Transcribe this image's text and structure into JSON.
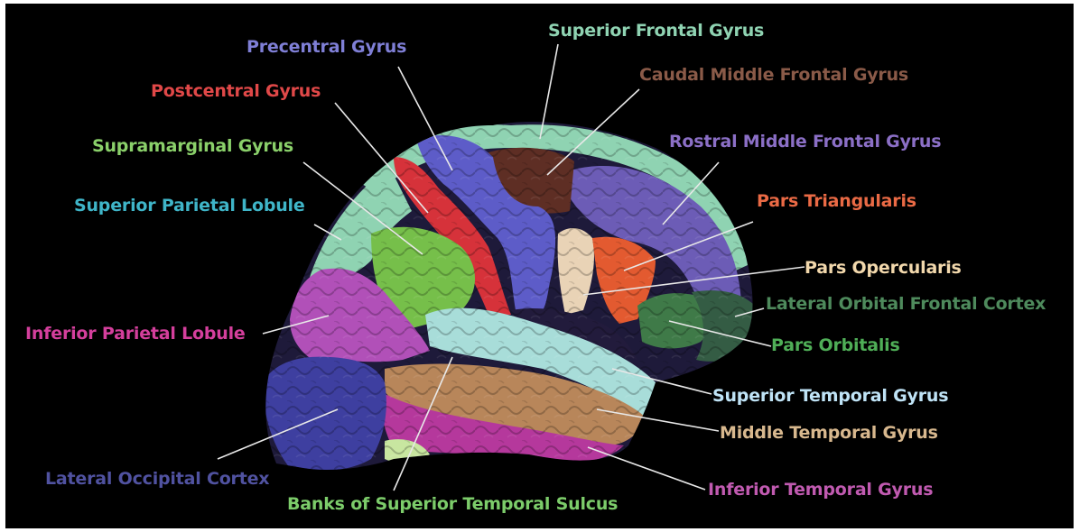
{
  "colors": {
    "background": "#000000",
    "leader_line": "#e8e8e8"
  },
  "labels": [
    {
      "key": "precentral",
      "text": "Precentral Gyrus",
      "color": "#7f7fd6"
    },
    {
      "key": "superior_frontal",
      "text": "Superior Frontal Gyrus",
      "color": "#8fd3b2"
    },
    {
      "key": "caudal_mid_frontal",
      "text": "Caudal Middle Frontal Gyrus",
      "color": "#8a5a48"
    },
    {
      "key": "postcentral",
      "text": "Postcentral Gyrus",
      "color": "#e04848"
    },
    {
      "key": "supramarginal",
      "text": "Supramarginal Gyrus",
      "color": "#8ad06a"
    },
    {
      "key": "rostral_mid_frontal",
      "text": "Rostral Middle Frontal Gyrus",
      "color": "#8b6fc6"
    },
    {
      "key": "superior_parietal",
      "text": "Superior Parietal Lobule",
      "color": "#3fb5c8"
    },
    {
      "key": "pars_triangularis",
      "text": "Pars Triangularis",
      "color": "#ea6a45"
    },
    {
      "key": "pars_opercularis",
      "text": "Pars Opercularis",
      "color": "#f2d8ac"
    },
    {
      "key": "lateral_orbital",
      "text": "Lateral Orbital Frontal Cortex",
      "color": "#4e8a5c"
    },
    {
      "key": "inferior_parietal",
      "text": "Inferior Parietal Lobule",
      "color": "#d43f9c"
    },
    {
      "key": "pars_orbitalis",
      "text": "Pars Orbitalis",
      "color": "#4fae57"
    },
    {
      "key": "superior_temporal",
      "text": "Superior Temporal Gyrus",
      "color": "#bfe3f6"
    },
    {
      "key": "middle_temporal",
      "text": "Middle Temporal Gyrus",
      "color": "#d8b88e"
    },
    {
      "key": "lateral_occipital",
      "text": "Lateral Occipital Cortex",
      "color": "#5052a0"
    },
    {
      "key": "inferior_temporal",
      "text": "Inferior Temporal Gyrus",
      "color": "#c05ab0"
    },
    {
      "key": "banks_sts",
      "text": "Banks of Superior Temporal Sulcus",
      "color": "#7ccc6a"
    }
  ]
}
